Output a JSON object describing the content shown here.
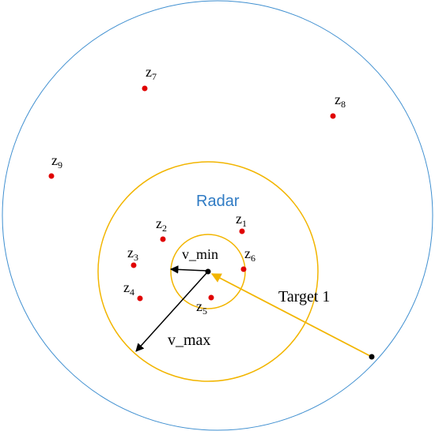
{
  "colors": {
    "outer_circle": "#3f8fd0",
    "range_circles": "#f2b500",
    "points": "#e00000",
    "arrows": "#000000",
    "target_arrow": "#f2b500",
    "radar_label": "#2f7bc4"
  },
  "labels": {
    "radar": "Radar",
    "target": "Target 1",
    "v_min": "v_min",
    "v_max": "v_max"
  },
  "points": [
    {
      "id": "z1",
      "base": "z",
      "sub": "1"
    },
    {
      "id": "z2",
      "base": "z",
      "sub": "2"
    },
    {
      "id": "z3",
      "base": "z",
      "sub": "3"
    },
    {
      "id": "z4",
      "base": "z",
      "sub": "4"
    },
    {
      "id": "z5",
      "base": "z",
      "sub": "5"
    },
    {
      "id": "z6",
      "base": "z",
      "sub": "6"
    },
    {
      "id": "z7",
      "base": "z",
      "sub": "7"
    },
    {
      "id": "z8",
      "base": "z",
      "sub": "8"
    },
    {
      "id": "z9",
      "base": "z",
      "sub": "9"
    }
  ]
}
